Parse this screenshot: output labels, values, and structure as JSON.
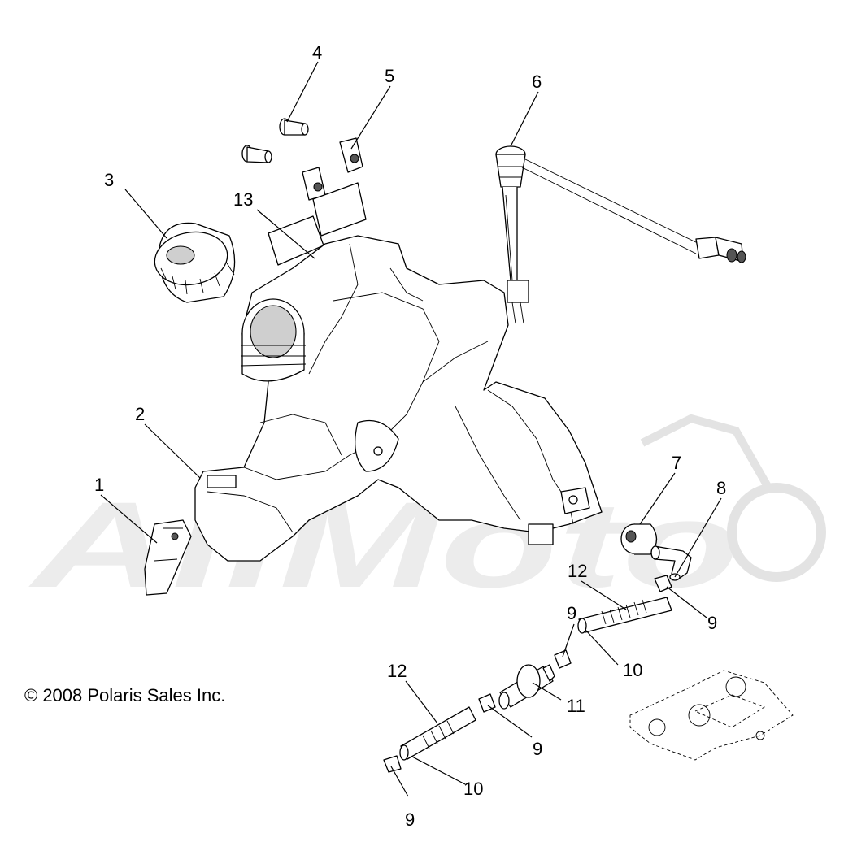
{
  "copyright": "© 2008 Polaris Sales Inc.",
  "watermark": {
    "text": "AllMoto"
  },
  "callouts": [
    {
      "id": "c4",
      "label": "4",
      "part": "screw"
    },
    {
      "id": "c5",
      "label": "5",
      "part": "clip-nut"
    },
    {
      "id": "c6",
      "label": "6",
      "part": "fuel-level-sender"
    },
    {
      "id": "c3",
      "label": "3",
      "part": "fuel-cap"
    },
    {
      "id": "c13",
      "label": "13",
      "part": "decal"
    },
    {
      "id": "c2",
      "label": "2",
      "part": "fuel-tank"
    },
    {
      "id": "c1",
      "label": "1",
      "part": "strap-clip"
    },
    {
      "id": "c7",
      "label": "7",
      "part": "grommet"
    },
    {
      "id": "c8",
      "label": "8",
      "part": "elbow-fitting"
    },
    {
      "id": "c12a",
      "label": "12",
      "part": "fuel-line"
    },
    {
      "id": "c9a",
      "label": "9",
      "part": "hose-clamp"
    },
    {
      "id": "c9b",
      "label": "9",
      "part": "hose-clamp"
    },
    {
      "id": "c10a",
      "label": "10",
      "part": "fuel-line"
    },
    {
      "id": "c11",
      "label": "11",
      "part": "fuel-filter"
    },
    {
      "id": "c12b",
      "label": "12",
      "part": "fuel-line"
    },
    {
      "id": "c9c",
      "label": "9",
      "part": "hose-clamp"
    },
    {
      "id": "c10b",
      "label": "10",
      "part": "fuel-line"
    },
    {
      "id": "c9d",
      "label": "9",
      "part": "hose-clamp"
    }
  ],
  "colors": {
    "line": "#000000",
    "background": "#ffffff",
    "watermark": "#ececec",
    "shading": "#cfcfcf"
  }
}
